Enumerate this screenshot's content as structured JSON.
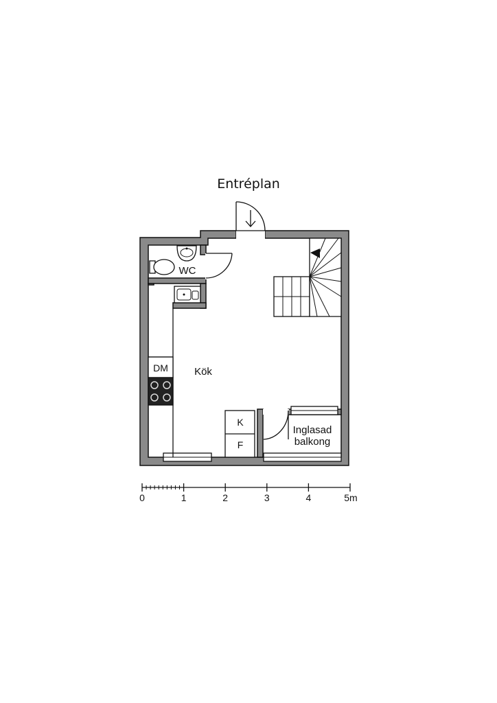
{
  "title": "Entréplan",
  "rooms": {
    "wc": "WC",
    "kitchen": "Kök",
    "dishwasher": "DM",
    "fridge": "K",
    "freezer": "F",
    "balcony_line1": "Inglasad",
    "balcony_line2": "balkong"
  },
  "scale": {
    "labels": [
      "0",
      "1",
      "2",
      "3",
      "4",
      "5m"
    ]
  },
  "icons": [
    "toilet-icon",
    "washbasin-icon",
    "sink-icon",
    "stove-icon",
    "entry-arrow-icon",
    "stair-arrow-icon"
  ]
}
